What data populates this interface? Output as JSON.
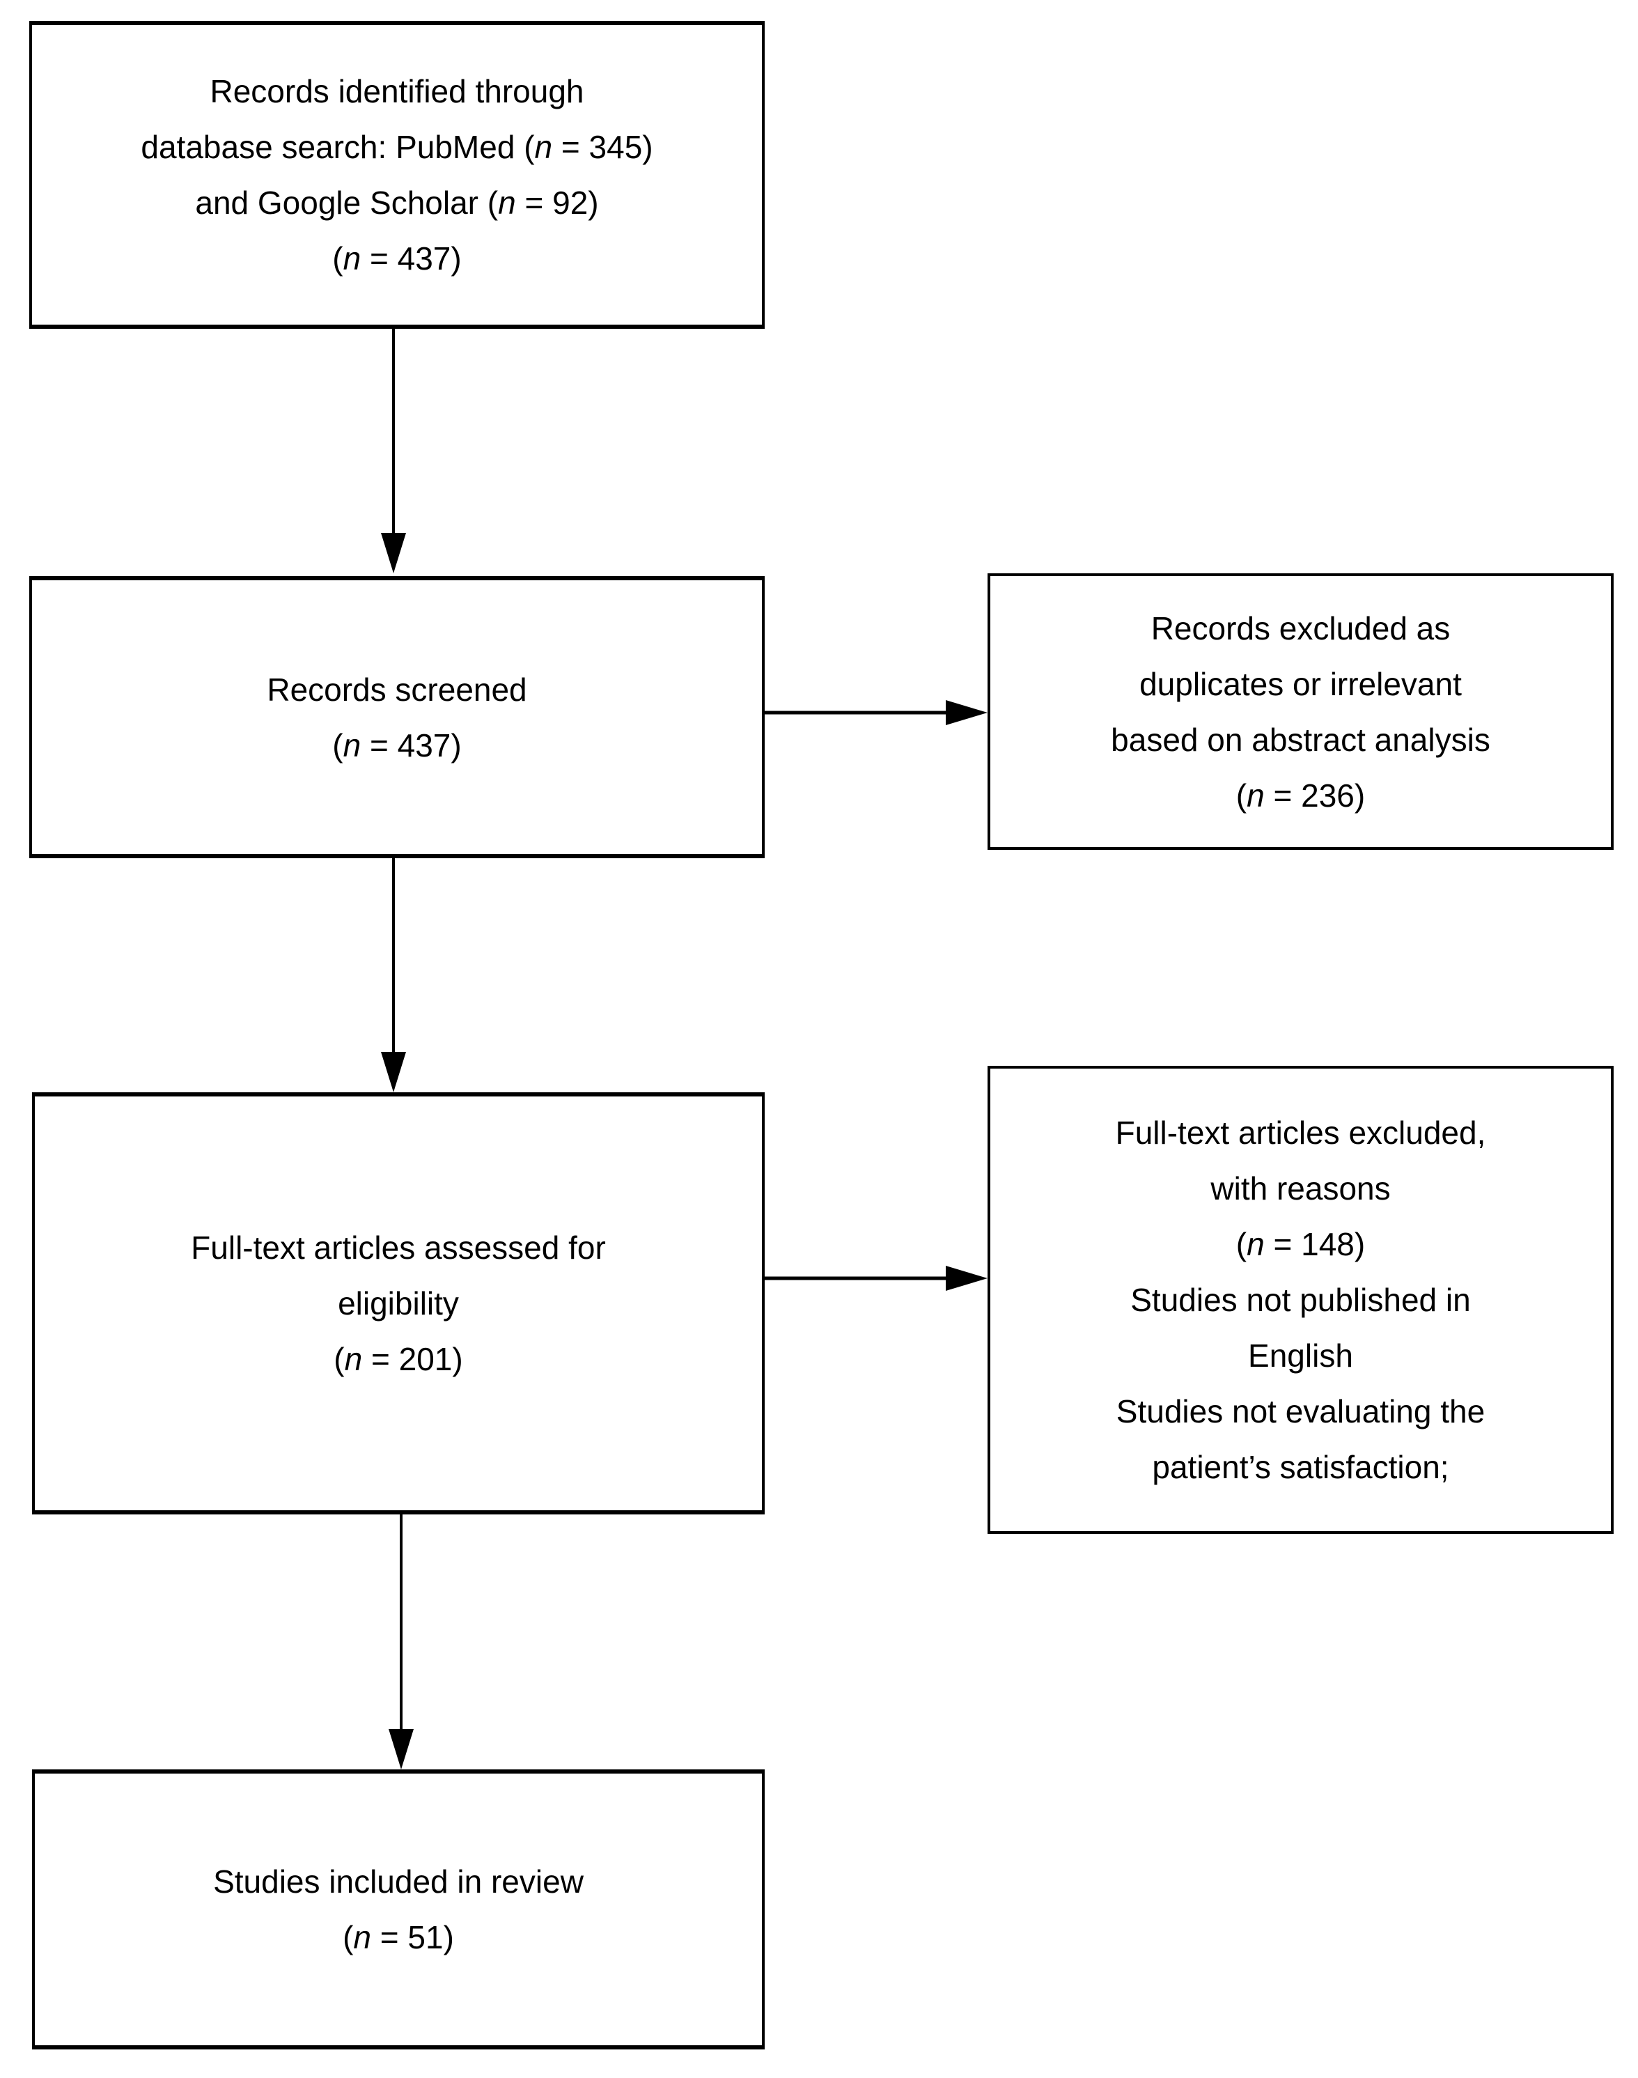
{
  "figure": {
    "type": "flowchart",
    "description": "Study selection flow diagram",
    "background_color": "#ffffff",
    "box_border_color": "#000000",
    "text_color": "#000000",
    "arrow_color": "#000000"
  },
  "boxes": {
    "identification": {
      "lines": [
        "Records identified through",
        "database search: PubMed (n = 345)",
        "and Google Scholar (n = 92)",
        "(n = 437)"
      ]
    },
    "screening": {
      "lines": [
        "Records screened",
        "(n = 437)"
      ]
    },
    "screening_excluded": {
      "lines": [
        "Records excluded as",
        "duplicates or irrelevant",
        "based on abstract analysis",
        "(n = 236)"
      ]
    },
    "eligibility": {
      "lines": [
        "Full-text articles assessed for",
        "eligibility",
        "(n = 201)"
      ]
    },
    "eligibility_excluded": {
      "lines": [
        "Full-text articles excluded,",
        "with reasons",
        "(n = 148)",
        "Studies not published in",
        "English",
        "Studies not evaluating the",
        "patient’s satisfaction;"
      ]
    },
    "included": {
      "lines": [
        "Studies included in review",
        "(n = 51)"
      ]
    }
  },
  "arrows": [
    {
      "from": "identification",
      "to": "screening",
      "direction": "down"
    },
    {
      "from": "screening",
      "to": "screening_excluded",
      "direction": "right"
    },
    {
      "from": "screening",
      "to": "eligibility",
      "direction": "down"
    },
    {
      "from": "eligibility",
      "to": "eligibility_excluded",
      "direction": "right"
    },
    {
      "from": "eligibility",
      "to": "included",
      "direction": "down"
    }
  ]
}
